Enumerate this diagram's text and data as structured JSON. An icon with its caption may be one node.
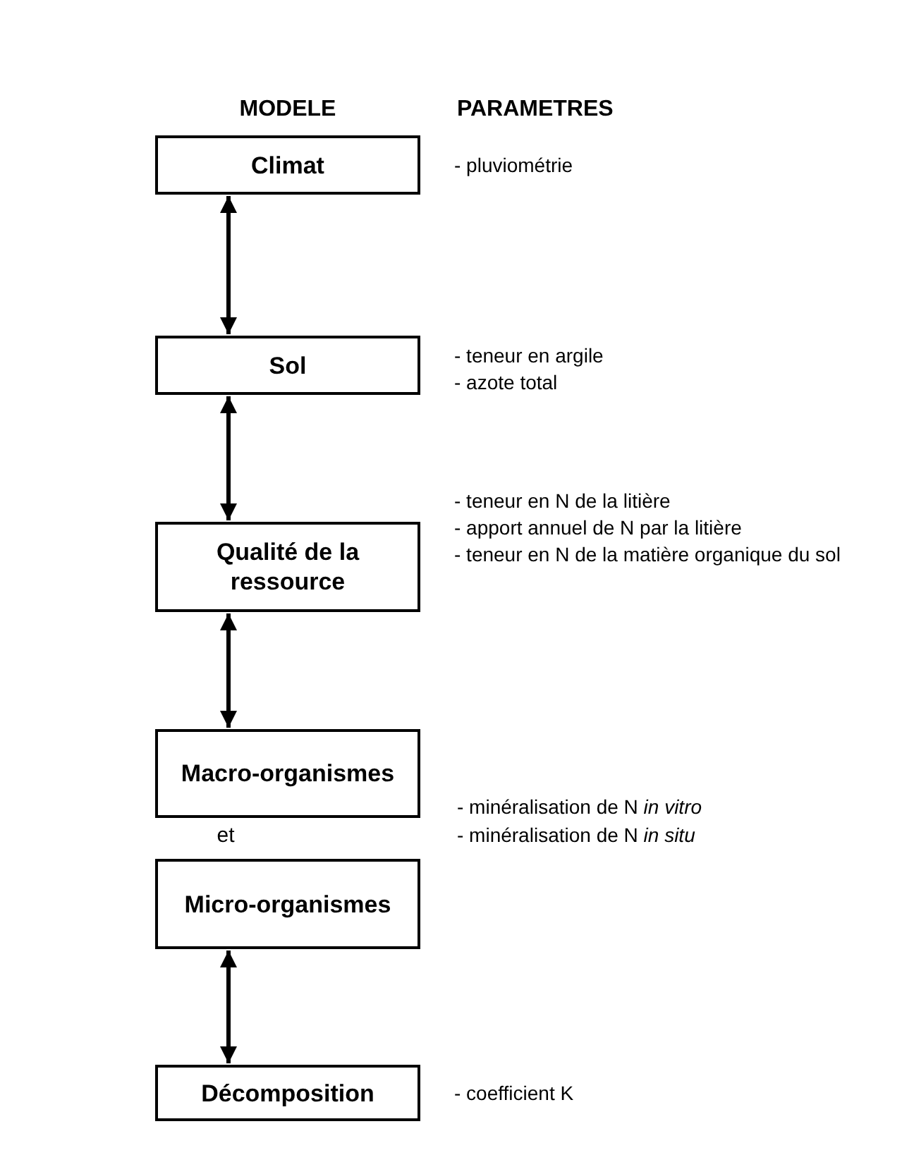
{
  "diagram": {
    "nodes": [
      {
        "text": [
          "Climat"
        ],
        "beside": [
          "- pluviométrie"
        ]
      },
      {
        "text": [
          "Sol"
        ],
        "beside": [
          "- teneur en argile",
          "- azote total"
        ]
      },
      {
        "text": [
          "Qualité de la ressource"
        ],
        "beside": [
          "- teneur en N de la litière",
          "- apport annuel de N par la litière",
          "- teneur en N de la matière organique du sol"
        ]
      },
      {
        "text": [
          "Macro-organismes"
        ]
      },
      {
        "text": [
          "Micro-organismes"
        ]
      },
      {
        "text": [
          "Décomposition"
        ],
        "beside": [
          "- coefficient K"
        ]
      }
    ],
    "edges": [
      {
        "from": 0,
        "to": 1,
        "arrow": "both"
      },
      {
        "from": 1,
        "to": 2,
        "arrow": "both"
      },
      {
        "from": 2,
        "to": 3,
        "arrow": "both"
      },
      {
        "from": 4,
        "to": 5,
        "arrow": "both"
      }
    ],
    "labels": [
      "MODELE",
      "PARAMETRES",
      "et",
      "- minéralisation de N *in vitro*",
      "- minéralisation de N *in situ*"
    ]
  }
}
